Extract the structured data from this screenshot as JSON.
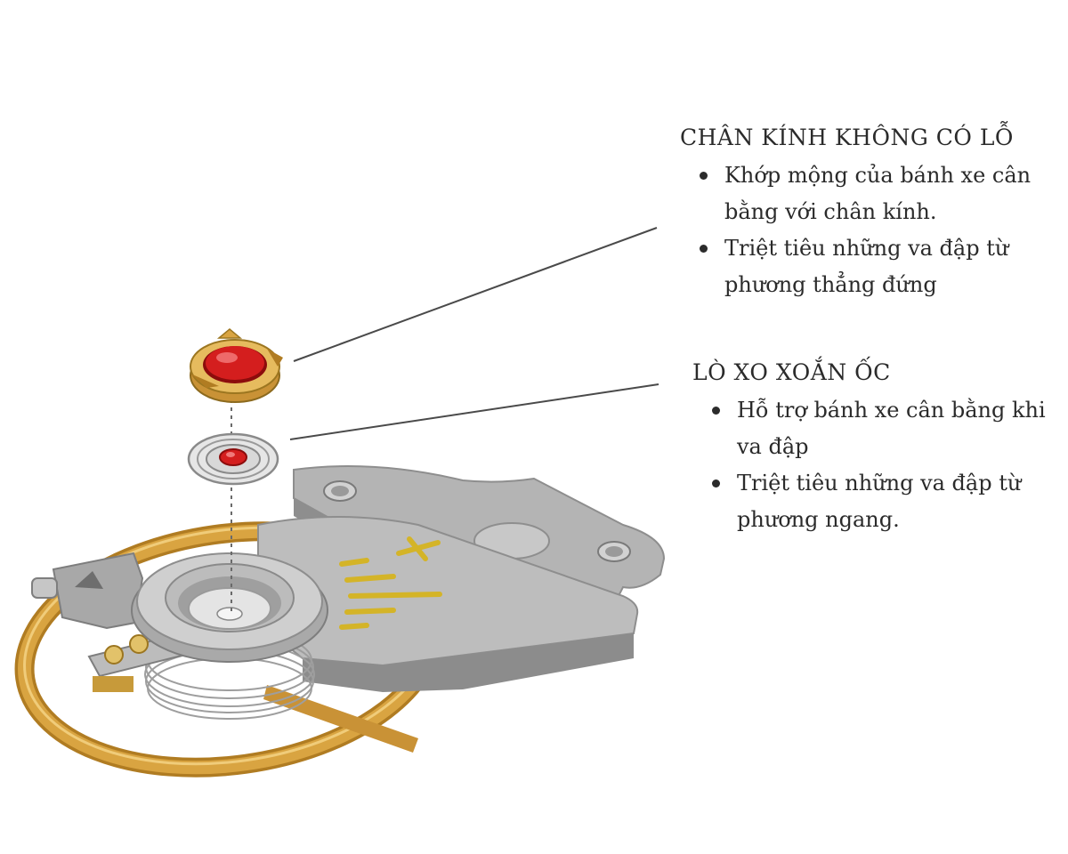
{
  "callouts": {
    "jewel": {
      "title": "CHÂN KÍNH KHÔNG CÓ LỖ",
      "bullets": [
        "Khớp mộng của bánh xe cân bằng với chân kính.",
        "Triệt tiêu những va đập từ phương thẳng đứng"
      ]
    },
    "spring": {
      "title": "LÒ XO XOẮN ỐC",
      "bullets": [
        "Hỗ trợ bánh xe cân bằng khi va đập",
        "Triệt tiêu những va đập từ phương ngang."
      ]
    }
  },
  "colors": {
    "gold": "#d9a441",
    "gold_dark": "#b07c22",
    "steel": "#b4b4b4",
    "steel_dark": "#8e8e8e",
    "steel_light": "#d2d2d2",
    "ruby": "#d41e1e",
    "ruby_dark": "#8c0c0c",
    "leader_line": "#4a4a4a",
    "text": "#2b2b2b"
  }
}
